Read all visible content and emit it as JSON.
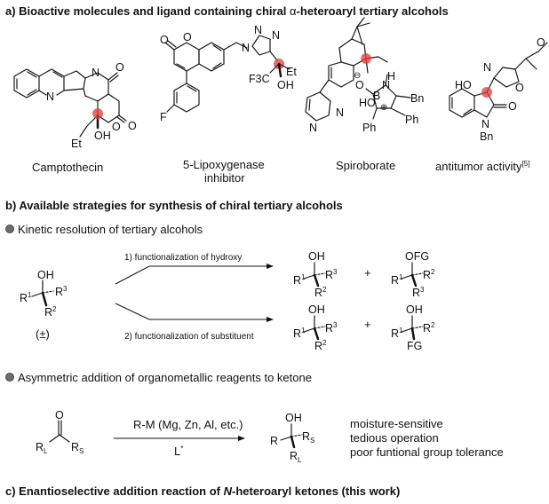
{
  "section_a": {
    "title_prefix": "a) Bioactive molecules and ligand containing chiral ",
    "alpha": "α",
    "title_suffix": "-heteroaryl tertiary alcohols",
    "molecules": {
      "camptothecin": "Camptothecin",
      "lipoxygenase_line1": "5-Lipoxygenase",
      "lipoxygenase_line2": "inhibitor",
      "spiroborate": "Spiroborate",
      "antitumor": "antitumor activity",
      "antitumor_ref": "[5]"
    }
  },
  "section_b": {
    "title": "b) Available strategies for synthesis of chiral tertiary alcohols",
    "bullet1": "Kinetic resolution of tertiary alcohols",
    "route1": "1) functionalization of hydroxy",
    "route2": "2) functionalization of substituent",
    "racemic": "(±)",
    "plus": "+",
    "bullet2": "Asymmetric addition of organometallic reagents to ketone",
    "reagent": "R-M (Mg, Zn, Al, etc.)",
    "ligand": "L",
    "ligand_star": "*",
    "drawbacks": [
      "moisture-sensitive",
      "tedious operation",
      "poor funtional group tolerance"
    ]
  },
  "section_c": {
    "title_prefix": "c) Enantioselective addition reaction of ",
    "title_italic": "N",
    "title_suffix": "-heteroaryl ketones (this work)"
  },
  "atoms": {
    "O": "O",
    "N": "N",
    "F": "F",
    "OH": "OH",
    "HO": "HO",
    "H": "H",
    "B": "B",
    "Ph": "Ph",
    "Bn": "Bn",
    "Et": "Et",
    "Ethyl": "Ethyl",
    "F3C": "F3C",
    "OFG": "OFG",
    "FG": "FG",
    "R1": "R",
    "R2": "R",
    "R3": "R",
    "RL": "R",
    "RS": "R",
    "R": "R",
    "s1": "1",
    "s2": "2",
    "s3": "3",
    "sL": "L",
    "sS": "S",
    "minus": "⊖",
    "plus": "⊕"
  },
  "colors": {
    "stereocenter": "#e23b3b"
  }
}
